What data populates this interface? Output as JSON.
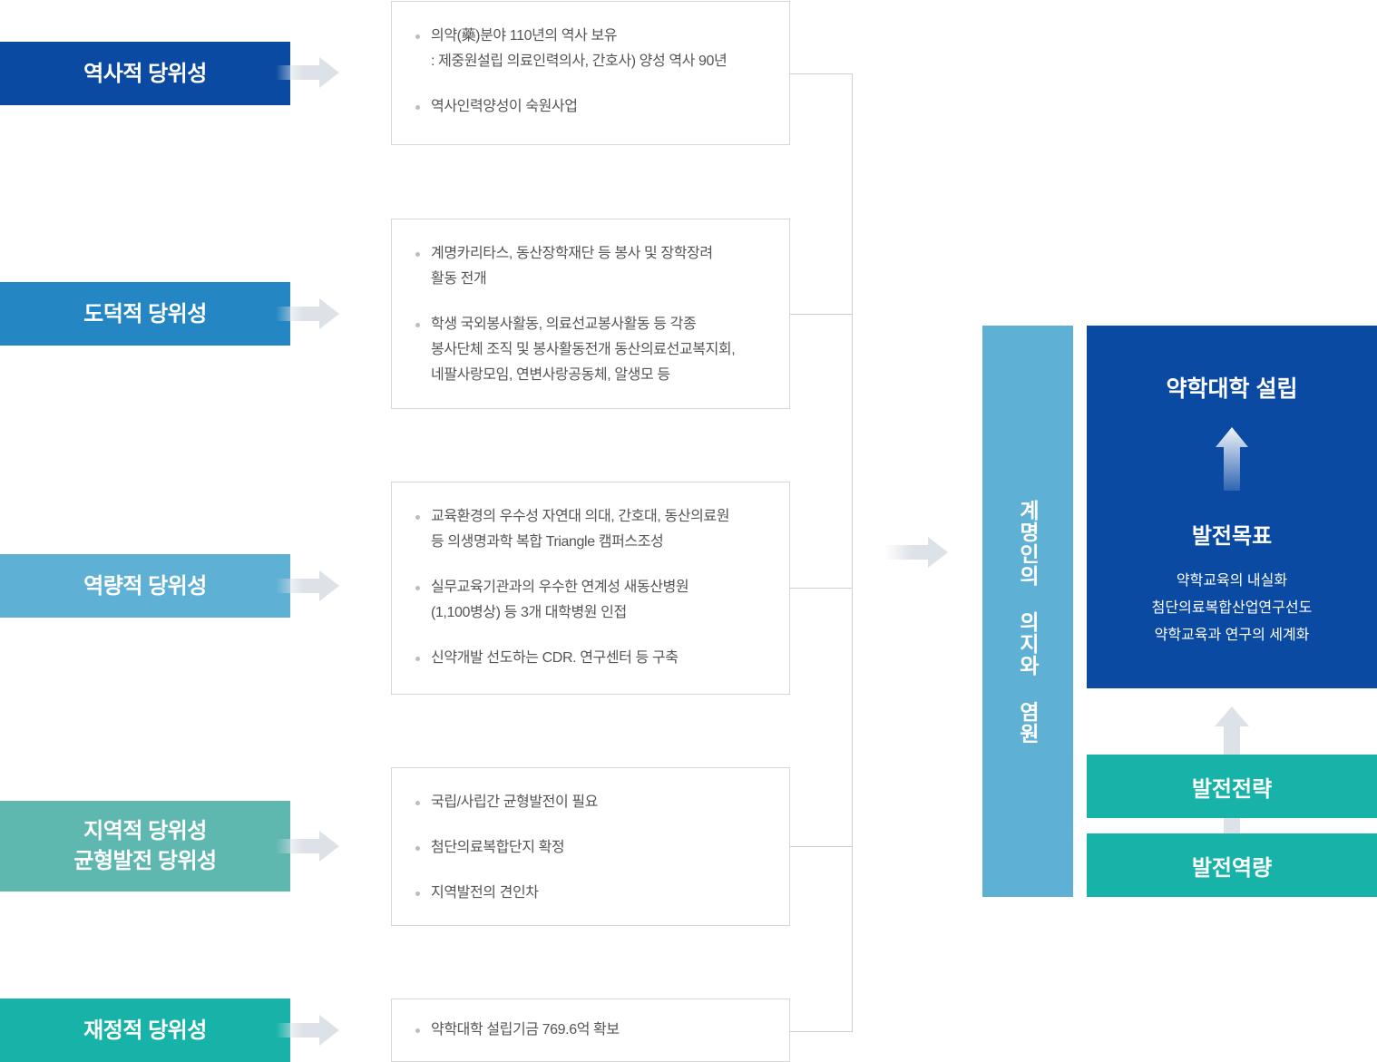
{
  "rows": [
    {
      "label": "역사적 당위성",
      "color": "#0a4aa3",
      "bullets": [
        "의약(藥)분야 110년의 역사 보유\n : 제중원설립 의료인력의사, 간호사) 양성 역사 90년",
        "역사인력양성이 숙원사업"
      ]
    },
    {
      "label": "도덕적 당위성",
      "color": "#2486c3",
      "bullets": [
        "계명카리타스, 동산장학재단 등 봉사 및 장학장려\n활동 전개",
        "학생 국외봉사활동, 의료선교봉사활동 등 각종\n봉사단체 조직 및 봉사활동전개 동산의료선교복지회,\n네팔사랑모임, 연변사랑공동체, 알생모 등"
      ]
    },
    {
      "label": "역량적 당위성",
      "color": "#5eb0d4",
      "bullets": [
        "교육환경의 우수성 자연대 의대, 간호대, 동산의료원\n등 의생명과학 복합 Triangle 캠퍼스조성",
        "실무교육기관과의 우수한 연계성 새동산병원\n(1,100병상) 등 3개 대학병원 인접",
        "신약개발 선도하는 CDR. 연구센터 등 구축"
      ]
    },
    {
      "label": "지역적 당위성\n균형발전 당위성",
      "color": "#5fb8b0",
      "bullets": [
        "국립/사립간 균형발전이 필요",
        "첨단의료복합단지 확정",
        "지역발전의 견인차"
      ]
    },
    {
      "label": "재정적 당위성",
      "color": "#17b3a9",
      "bullets": [
        "약학대학 설립기금 769.6억 확보"
      ]
    }
  ],
  "vertical_bar": {
    "text": "계명인의 의지와 염원",
    "color": "#5eb0d4"
  },
  "goal": {
    "title": "약학대학 설립",
    "subtitle": "발전목표",
    "items": [
      "약학교육의 내실화",
      "첨단의료복합산업연구선도",
      "약학교육과 연구의 세계화"
    ],
    "color": "#0a4aa3"
  },
  "strategy": {
    "label": "발전전략",
    "color": "#17b3a9"
  },
  "capacity": {
    "label": "발전역량",
    "color": "#17b3a9"
  },
  "icons": {
    "flow_arrow": "right-arrow-icon",
    "up_arrow": "up-arrow-icon"
  }
}
